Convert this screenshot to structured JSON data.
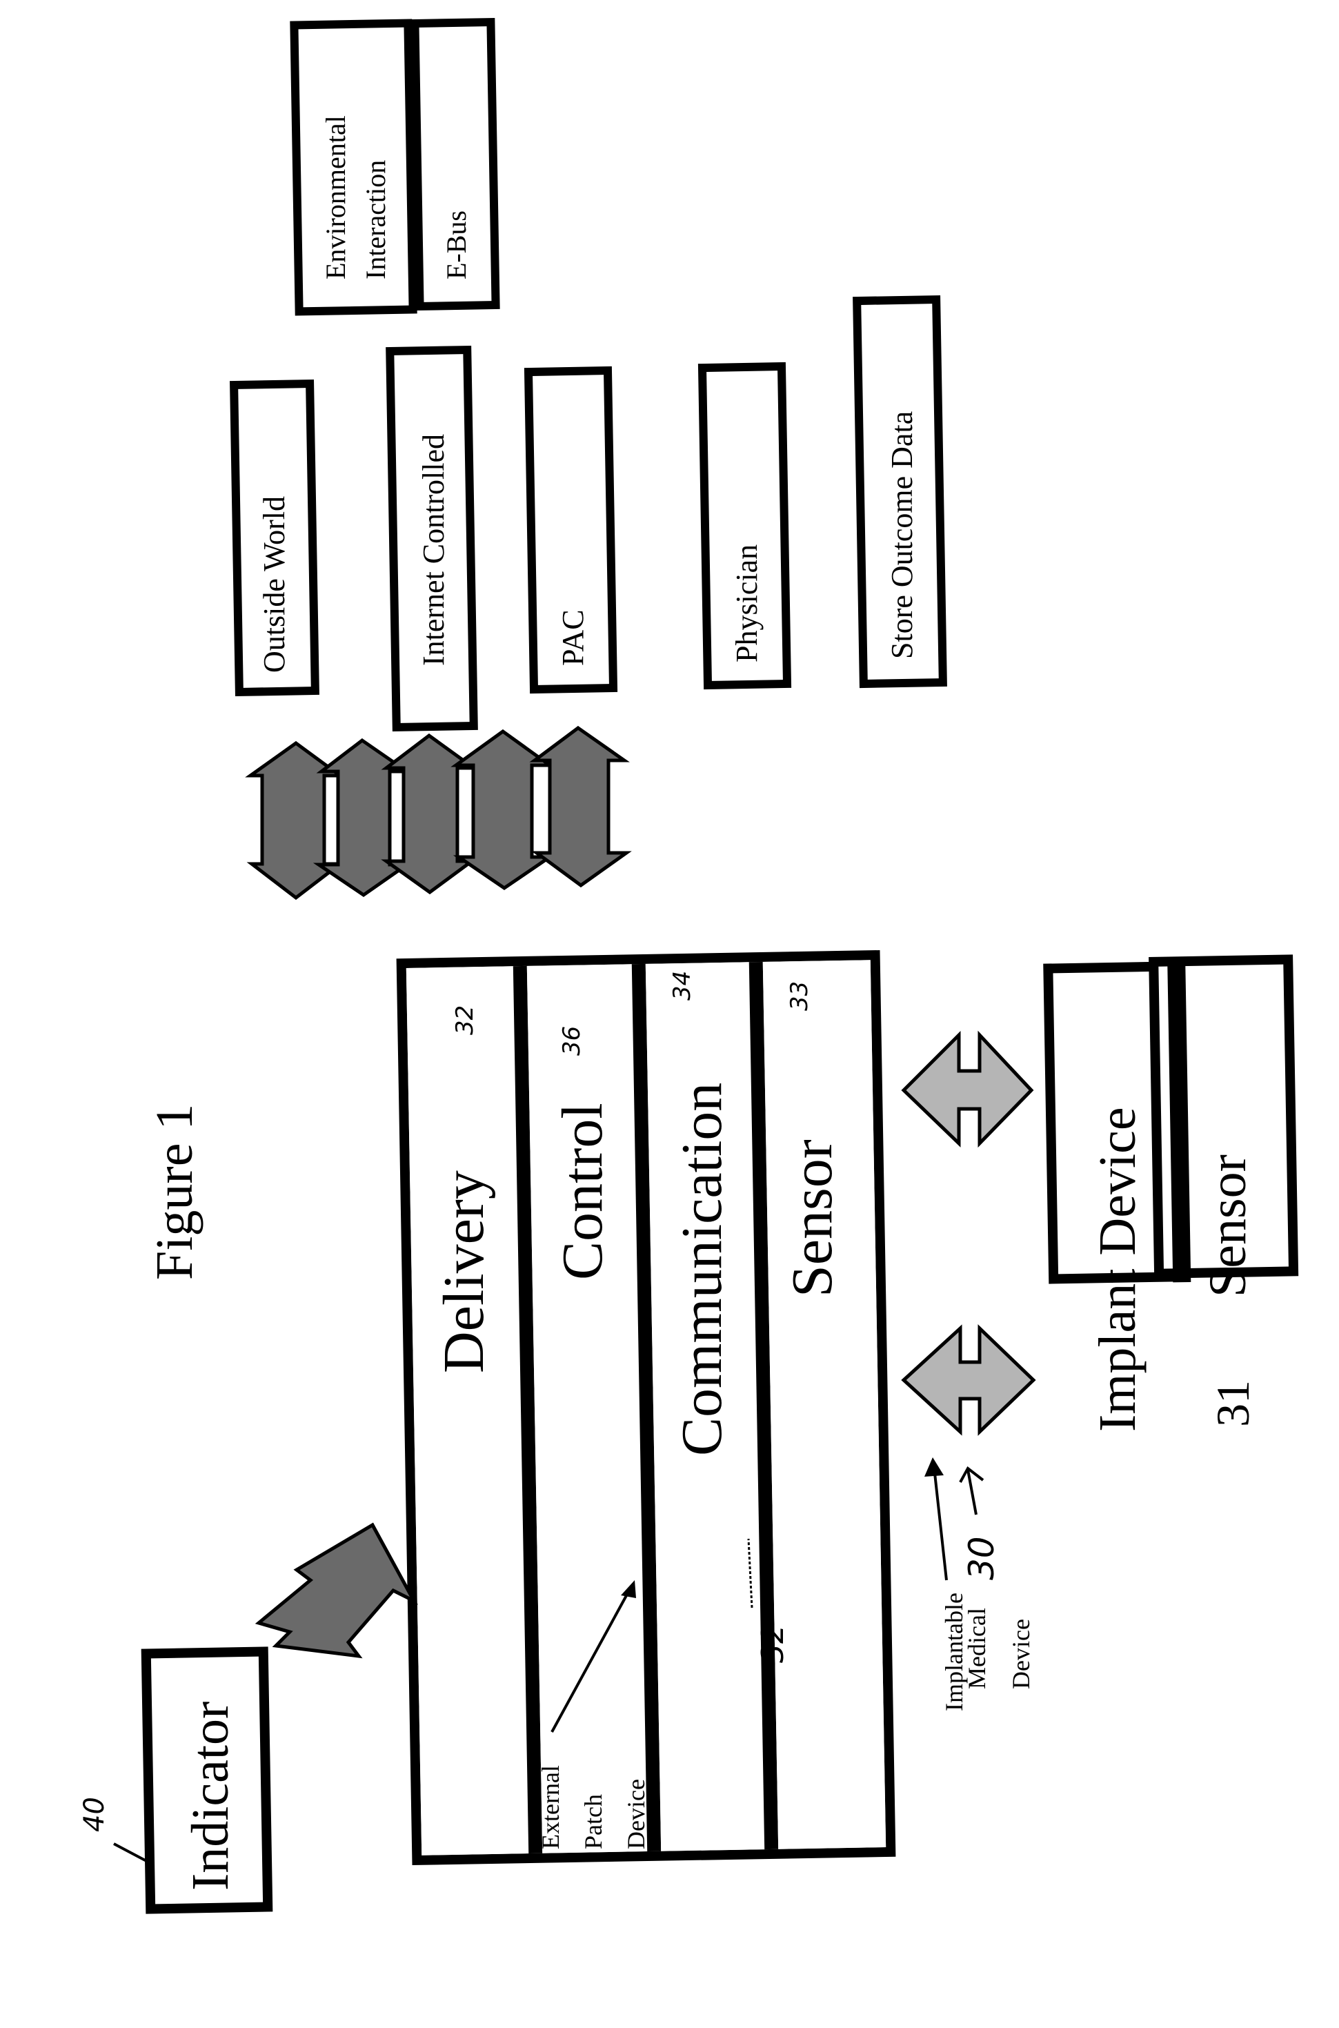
{
  "figure_title": "Figure 1",
  "external_patch": {
    "layers": [
      {
        "label": "Delivery",
        "ref": "32"
      },
      {
        "label": "Control",
        "ref": "36"
      },
      {
        "label": "Communication",
        "ref": "34"
      },
      {
        "label": "Sensor",
        "ref": "33"
      }
    ],
    "caption_lines": [
      "External",
      "Patch",
      "Device"
    ],
    "ref": "32"
  },
  "implant": {
    "device_label": "Implant Device",
    "sensor_label": "Sensor",
    "sensor_ref": "31",
    "caption_lines": [
      "Implantable",
      "Medical",
      "Device"
    ],
    "ref": "30"
  },
  "indicator": {
    "label": "Indicator",
    "ref": "40"
  },
  "outside_nodes": [
    {
      "label": "Outside World"
    },
    {
      "label": "Internet Controlled"
    },
    {
      "label": "PAC"
    },
    {
      "label": "Physician"
    },
    {
      "label": "Store Outcome Data"
    }
  ],
  "top_nodes": [
    {
      "label_lines": [
        "Environmental",
        "Interaction"
      ]
    },
    {
      "label_lines": [
        "E-Bus"
      ]
    }
  ]
}
